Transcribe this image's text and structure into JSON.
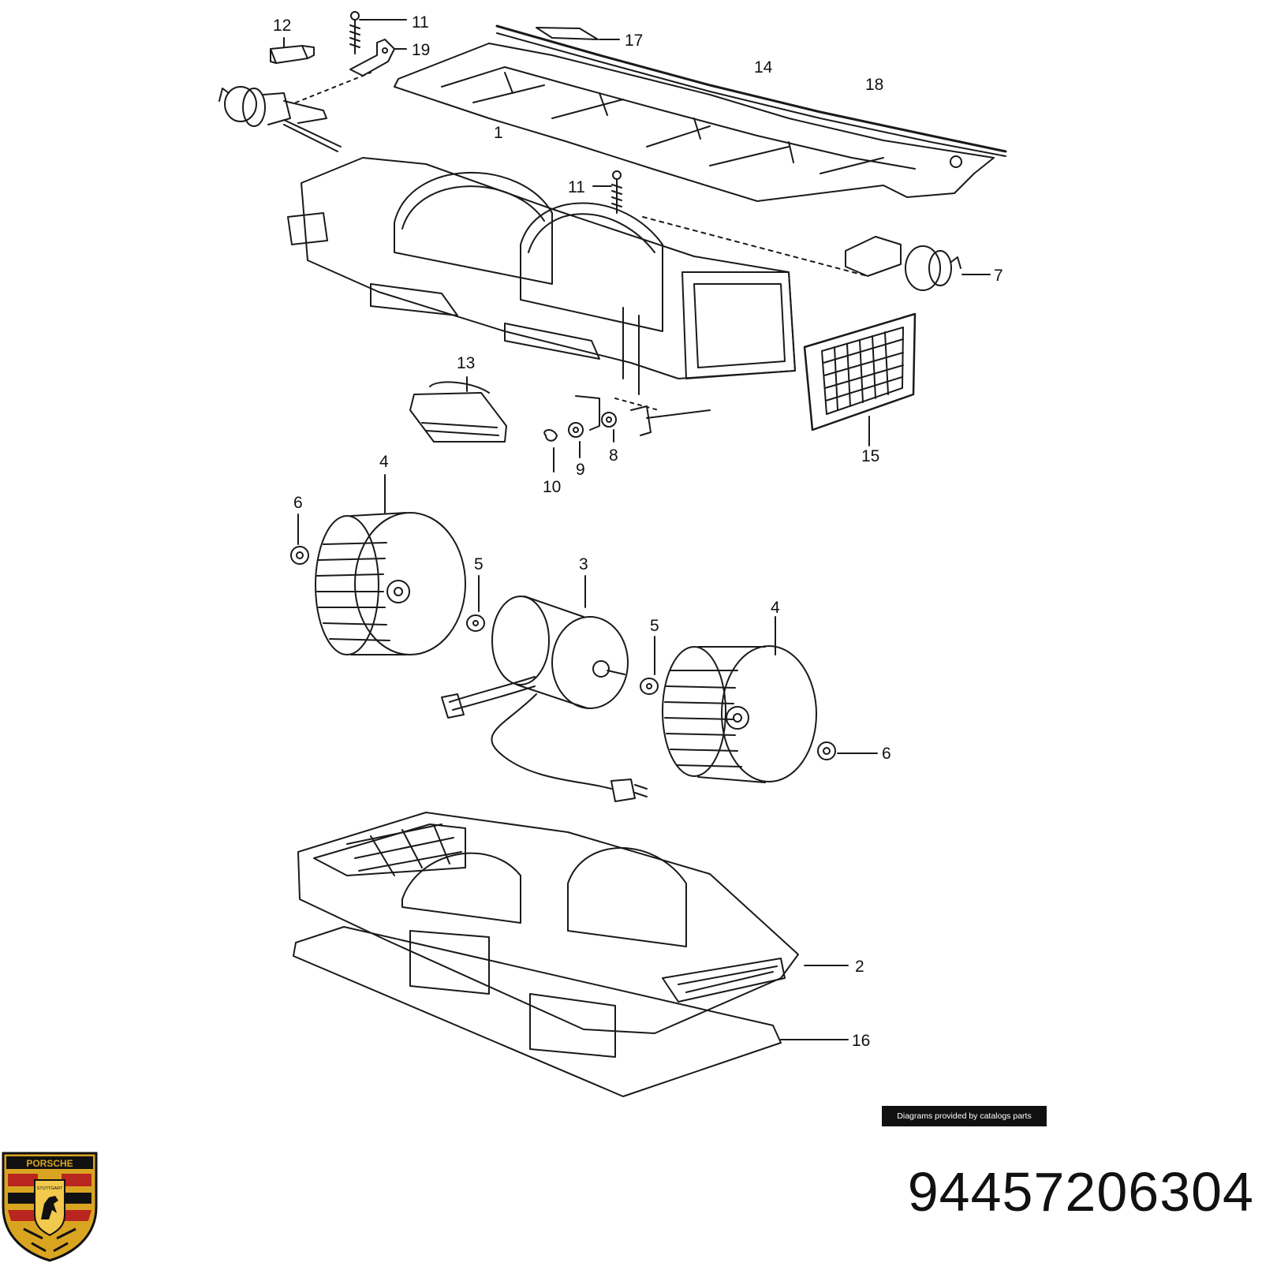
{
  "diagram": {
    "callouts": [
      "12",
      "11",
      "19",
      "17",
      "14",
      "18",
      "1",
      "11",
      "7",
      "13",
      "15",
      "8",
      "9",
      "10",
      "4",
      "6",
      "5",
      "3",
      "5",
      "4",
      "6",
      "2",
      "16"
    ]
  },
  "credit": "Diagrams provided by catalogs parts",
  "part_number": "94457206304",
  "logo": {
    "text": "PORSCHE",
    "city": "STUTTGART",
    "colors": {
      "gold": "#d9a521",
      "red": "#b8261f",
      "black": "#111111"
    }
  },
  "colors": {
    "line": "#1a1a1a",
    "background": "#ffffff"
  }
}
